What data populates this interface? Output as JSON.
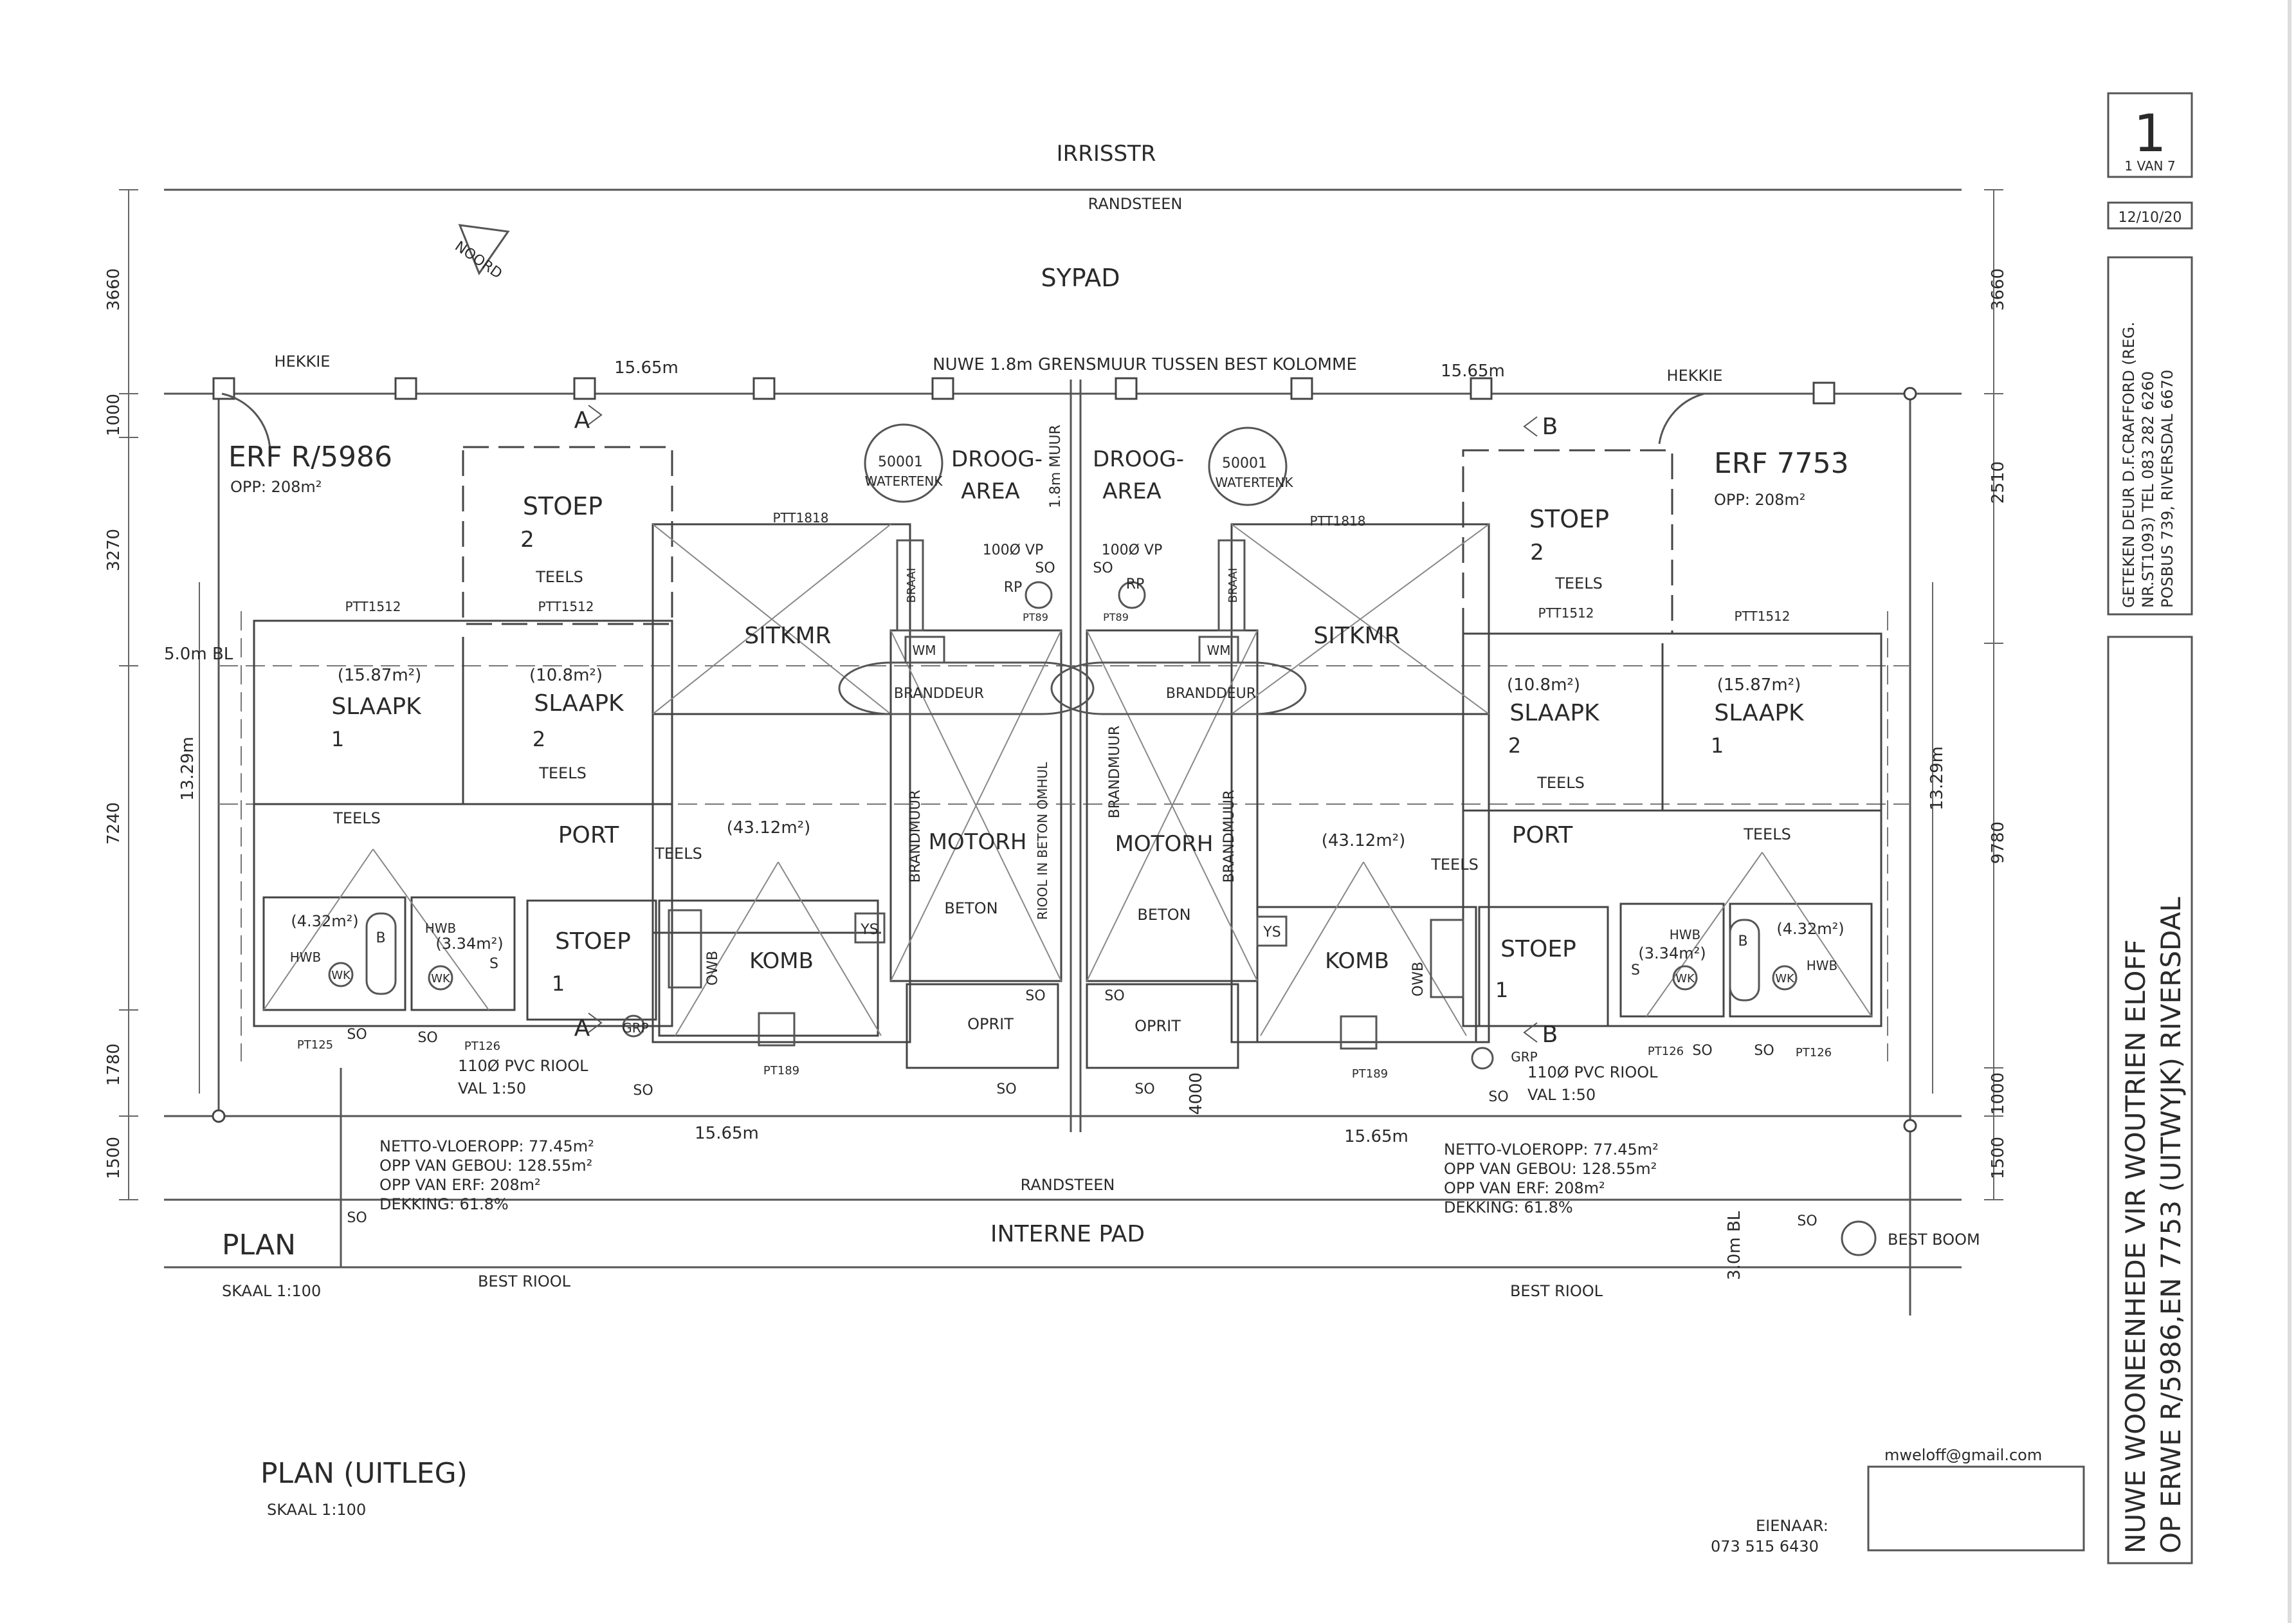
{
  "street": "IRRISSTR",
  "kerb_top": "RANDSTEEN",
  "kerb_bottom": "RANDSTEEN",
  "sidewalk": "SYPAD",
  "north": "NOORD",
  "boundary_wall": "NUWE 1.8m GRENSMUUR TUSSEN BEST KOLOMME",
  "internal_road": "INTERNE PAD",
  "plan_title": "PLAN",
  "plan_scale": "SKAAL 1:100",
  "plan2_title": "PLAN (UITLEG)",
  "plan2_scale": "SKAAL 1:100",
  "existing_drain": "BEST RIOOL",
  "existing_tree": "BEST BOOM",
  "line_5m": "5.0m BL",
  "line_3m": "3.0m BL",
  "wall_1_8m": "1.8m MUUR",
  "drain_in_concrete": "RIOOL IN BETON OMHUL",
  "dims": {
    "left_3660": "3660",
    "left_1000": "1000",
    "left_3270": "3270",
    "left_7240": "7240",
    "left_1780": "1780",
    "left_1500": "1500",
    "left_1329": "13.29m",
    "right_3660": "3660",
    "right_2510": "2510",
    "right_9780": "9780",
    "right_1000": "1000",
    "right_1500": "1500",
    "right_1329": "13.29m",
    "top_l": "15.65m",
    "top_r": "15.65m",
    "bot_l": "15.65m",
    "bot_r": "15.65m",
    "mid_4000": "4000"
  },
  "left_unit": {
    "erf": "ERF R/5986",
    "opp": "OPP: 208m²",
    "gate": "HEKKIE",
    "section": "A",
    "stoep2": "STOEP",
    "stoep2_num": "2",
    "teels_stoep2": "TEELS",
    "ptt1512a": "PTT1512",
    "ptt1512b": "PTT1512",
    "ptt1818": "PTT1818",
    "sitkmr": "SITKMR",
    "slaapk1_area": "(15.87m²)",
    "slaapk1": "SLAAPK",
    "slaapk1_num": "1",
    "slaapk2_area": "(10.8m²)",
    "slaapk2": "SLAAPK",
    "slaapk2_num": "2",
    "teels_sk2": "TEELS",
    "teels_passage": "TEELS",
    "port": "PORT",
    "teels_port": "TEELS",
    "area_living": "(43.12m²)",
    "bath1_area": "(4.32m²)",
    "bath2_area": "(3.34m²)",
    "hwb1": "HWB",
    "hwb2": "HWB",
    "b": "B",
    "wk1": "WK",
    "wk2": "WK",
    "s": "S",
    "stoep1": "STOEP",
    "stoep1_num": "1",
    "komb": "KOMB",
    "owb": "OWB",
    "ys": "YS",
    "motorh": "MOTORH",
    "beton": "BETON",
    "brandmuur": "BRANDMUUR",
    "branddeur": "BRANDDEUR",
    "wm": "WM",
    "braai": "BRAAI",
    "droog": "DROOG-",
    "droog_area": "AREA",
    "tank_l1": "50001",
    "tank_l2": "WATERTENK",
    "vp": "100Ø VP",
    "so_vp": "SO",
    "rp": "RP",
    "pt89": "PT89",
    "oprit": "OPRIT",
    "so_oprit": "SO",
    "grp": "GRP",
    "pt125": "PT125",
    "pt126": "PT126",
    "pt189": "PT189",
    "so1": "SO",
    "so2": "SO",
    "so3": "SO",
    "so4": "SO",
    "pvc": "110Ø PVC RIOOL",
    "val": "VAL 1:50",
    "netto": "NETTO-VLOEROPP: 77.45m²",
    "gebou": "OPP VAN GEBOU: 128.55m²",
    "erfopp": "OPP VAN ERF: 208m²",
    "dekking": "DEKKING: 61.8%"
  },
  "right_unit": {
    "erf": "ERF 7753",
    "opp": "OPP: 208m²",
    "gate": "HEKKIE",
    "section": "B",
    "stoep2": "STOEP",
    "stoep2_num": "2",
    "teels_stoep2": "TEELS",
    "ptt1512a": "PTT1512",
    "ptt1512b": "PTT1512",
    "ptt1818": "PTT1818",
    "sitkmr": "SITKMR",
    "slaapk1_area": "(15.87m²)",
    "slaapk1": "SLAAPK",
    "slaapk1_num": "1",
    "slaapk2_area": "(10.8m²)",
    "slaapk2": "SLAAPK",
    "slaapk2_num": "2",
    "teels_sk2": "TEELS",
    "teels_passage": "TEELS",
    "port": "PORT",
    "teels_port": "TEELS",
    "area_living": "(43.12m²)",
    "bath1_area": "(4.32m²)",
    "bath2_area": "(3.34m²)",
    "hwb1": "HWB",
    "hwb2": "HWB",
    "b": "B",
    "wk1": "WK",
    "wk2": "WK",
    "s": "S",
    "stoep1": "STOEP",
    "stoep1_num": "1",
    "komb": "KOMB",
    "owb": "OWB",
    "ys": "YS",
    "motorh": "MOTORH",
    "beton": "BETON",
    "brandmuur": "BRANDMUUR",
    "branddeur": "BRANDDEUR",
    "wm": "WM",
    "braai": "BRAAI",
    "droog": "DROOG-",
    "droog_area": "AREA",
    "tank_l1": "50001",
    "tank_l2": "WATERTENK",
    "vp": "100Ø VP",
    "so_vp": "SO",
    "rp": "RP",
    "pt89": "PT89",
    "oprit": "OPRIT",
    "so_oprit": "SO",
    "grp": "GRP",
    "pt125": "PT126",
    "pt126": "PT126",
    "pt189": "PT189",
    "so1": "SO",
    "so2": "SO",
    "so3": "SO",
    "so4": "SO",
    "pvc": "110Ø PVC RIOOL",
    "val": "VAL 1:50",
    "netto": "NETTO-VLOEROPP: 77.45m²",
    "gebou": "OPP VAN GEBOU: 128.55m²",
    "erfopp": "OPP VAN ERF: 208m²",
    "dekking": "DEKKING: 61.8%"
  },
  "title_block": {
    "sheet_num": "1",
    "sheet_of": "1 VAN 7",
    "date": "12/10/20",
    "drawn_line1": "GETEKEN DEUR D.F.CRAFFORD (REG.",
    "drawn_line2": "NR.ST1093) TEL 083 282 6260",
    "drawn_line3": "POSBUS 739, RIVERSDAL 6670",
    "project_line1": "NUWE WOONEENHEDE VIR WOUTRIEN ELOFF",
    "project_line2": "OP ERWE R/5986,EN 7753 (UITWYJK) RIVERSDAL",
    "email": "mweloff@gmail.com",
    "owner_label": "EIENAAR:",
    "owner_phone": "073 515 6430"
  }
}
